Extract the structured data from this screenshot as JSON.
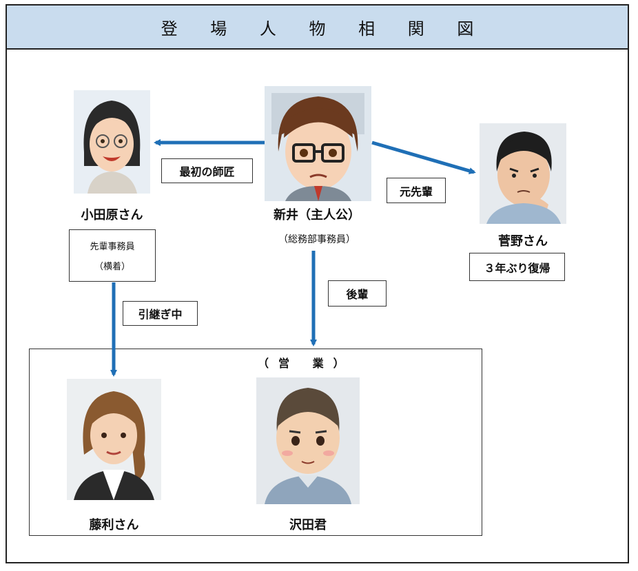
{
  "title": "登 場 人 物 相 関 図",
  "characters": {
    "arai": {
      "name": "新井（主人公）",
      "role": "（総務部事務員）",
      "icon": "arai-portrait-icon"
    },
    "odawara": {
      "name": "小田原さん",
      "note_line1": "先輩事務員",
      "note_line2": "（横着）",
      "icon": "odawara-portrait-icon"
    },
    "sugano": {
      "name": "菅野さん",
      "note": "３年ぶり復帰",
      "icon": "sugano-portrait-icon"
    },
    "fujiri": {
      "name": "藤利さん",
      "icon": "fujiri-portrait-icon"
    },
    "sawada": {
      "name": "沢田君",
      "icon": "sawada-portrait-icon"
    }
  },
  "relations": {
    "first_mentor": "最初の師匠",
    "former_senior": "元先輩",
    "junior": "後輩",
    "handover": "引継ぎ中"
  },
  "group": {
    "label": "（営 業）"
  },
  "colors": {
    "header": "#c9dcee",
    "arrow": "#1f6fb6"
  }
}
